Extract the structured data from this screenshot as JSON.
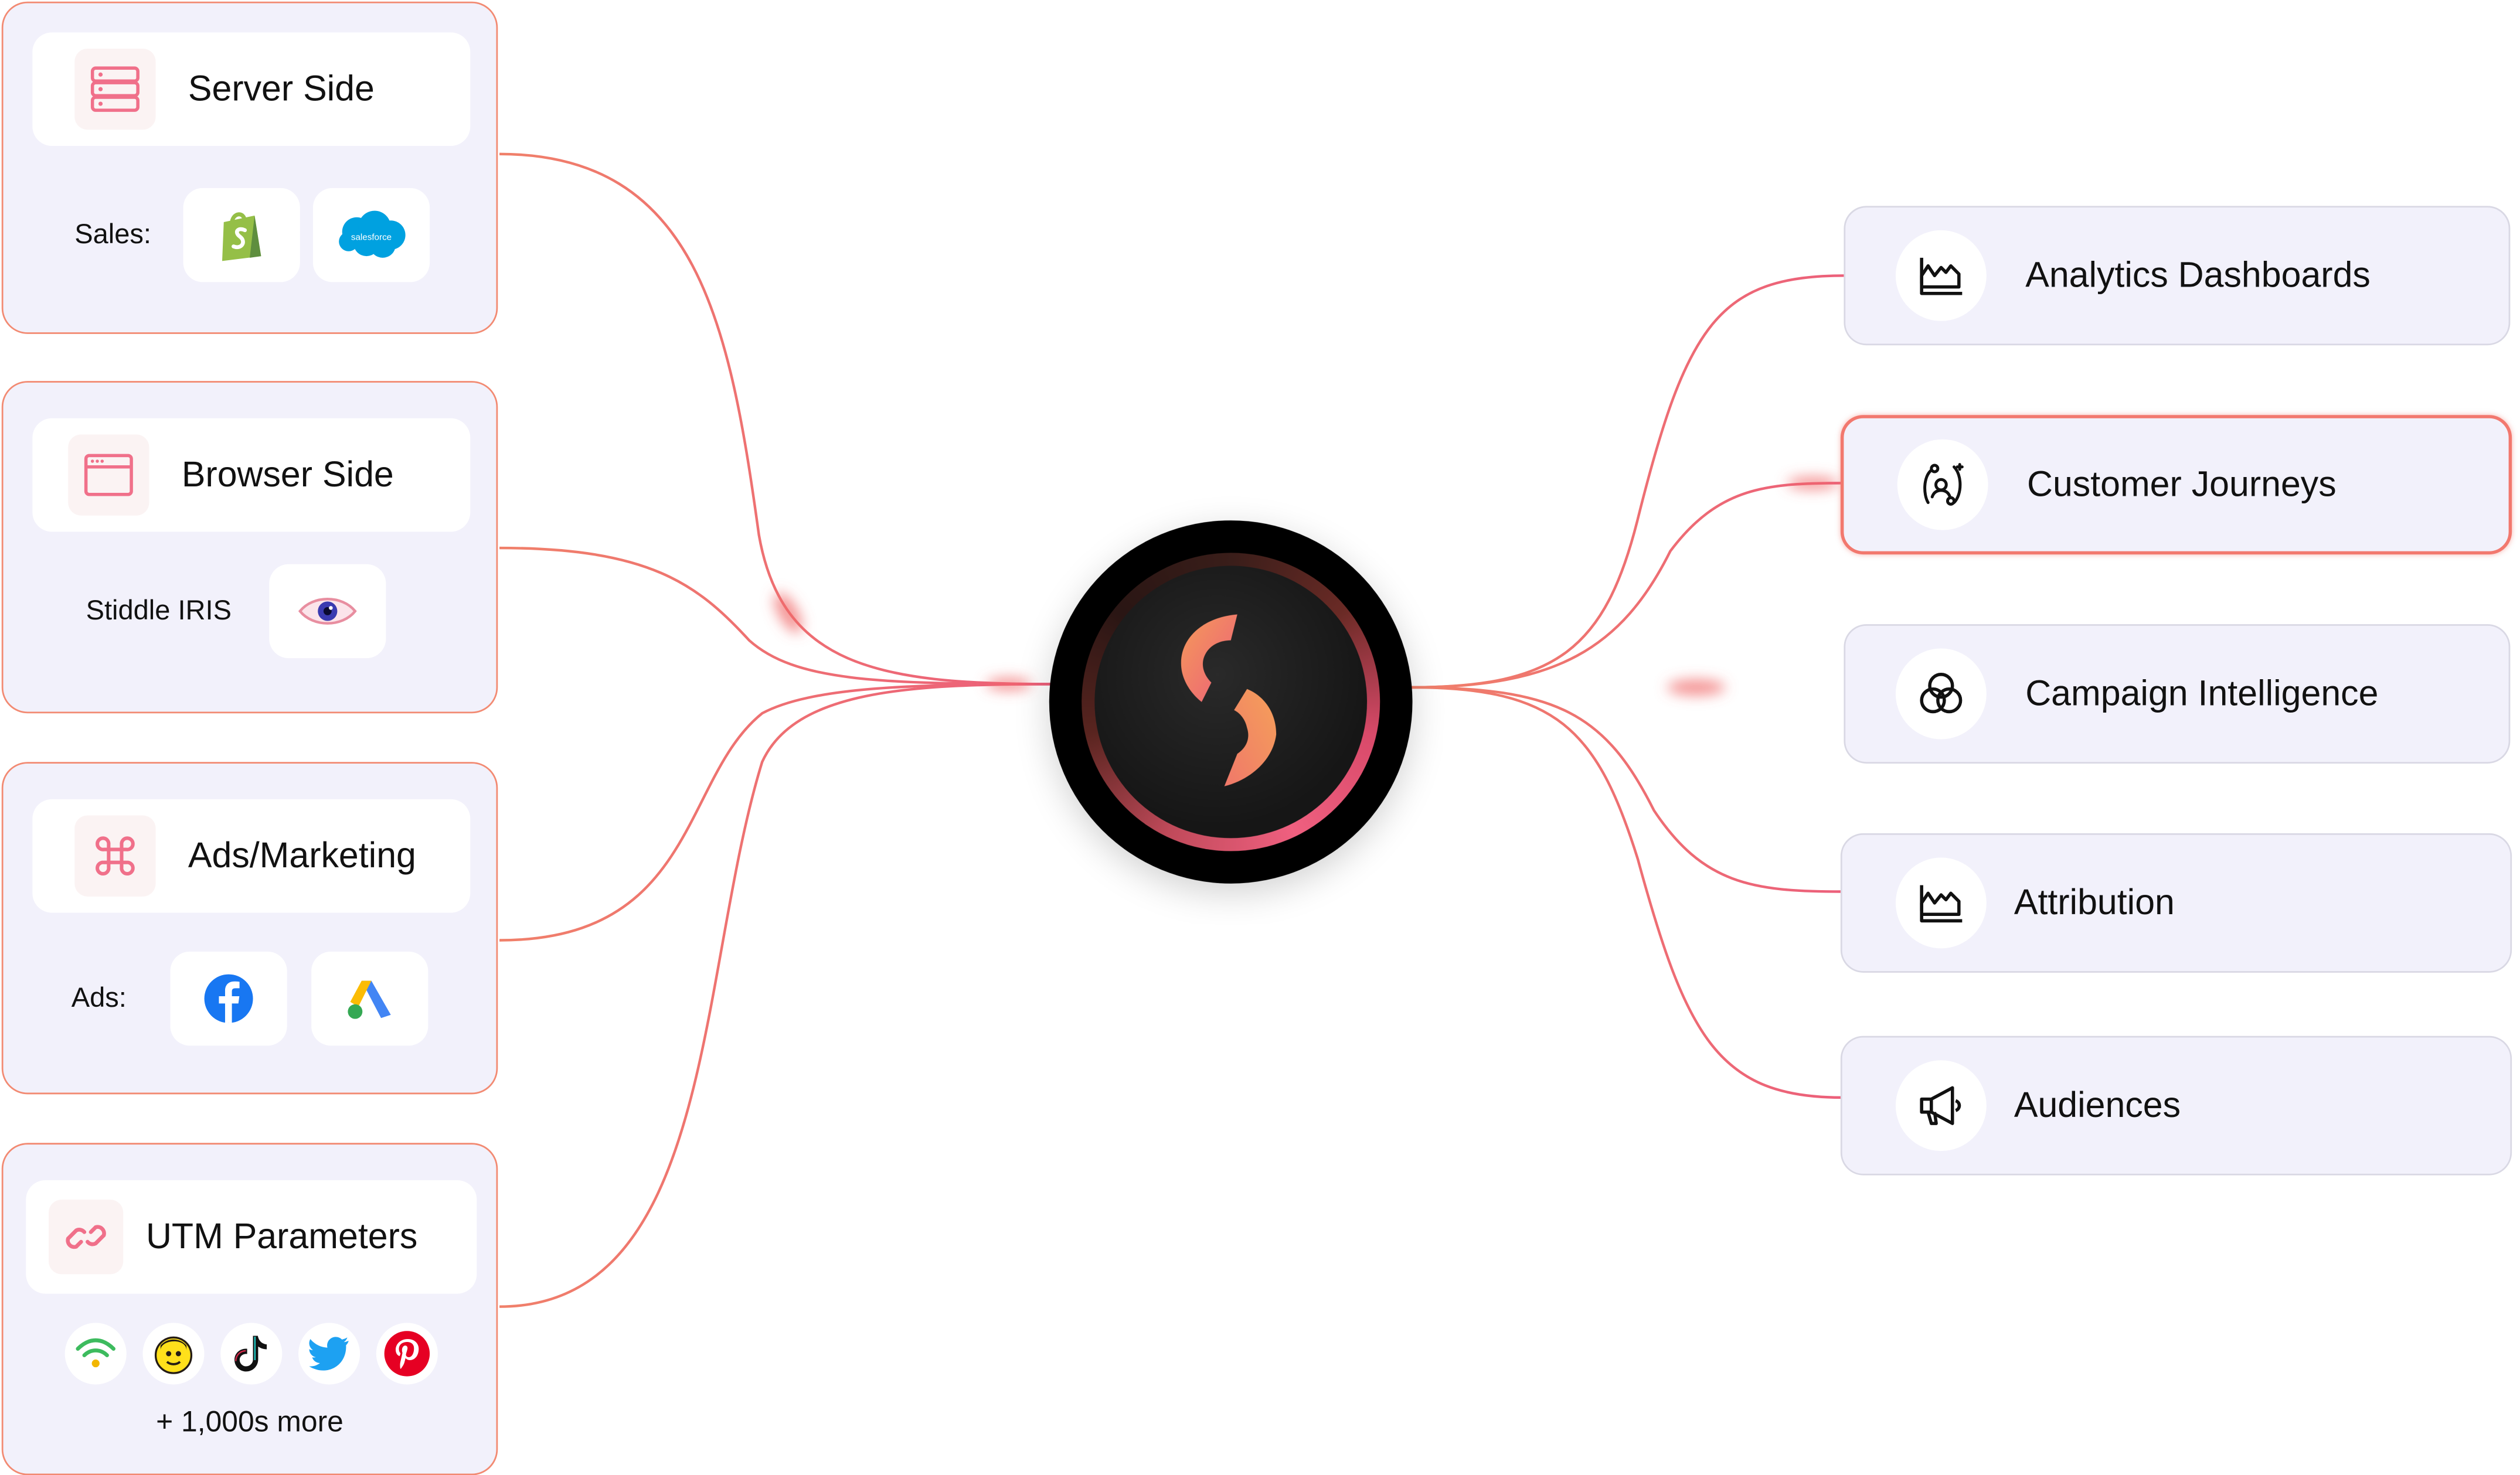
{
  "hub": {
    "logo_name": "Stiddle"
  },
  "sources": [
    {
      "title": "Server Side",
      "icon": "server-icon",
      "row_label": "Sales:",
      "logos": [
        "shopify-icon",
        "salesforce-icon"
      ],
      "salesforce_text": "salesforce"
    },
    {
      "title": "Browser Side",
      "icon": "browser-window-icon",
      "row_label": "Stiddle IRIS",
      "logos": [
        "eye-icon"
      ]
    },
    {
      "title": "Ads/Marketing",
      "icon": "command-icon",
      "row_label": "Ads:",
      "logos": [
        "facebook-icon",
        "google-ads-icon"
      ]
    },
    {
      "title": "UTM Parameters",
      "icon": "link-icon",
      "logos": [
        "wifi-icon",
        "mailchimp-icon",
        "tiktok-icon",
        "twitter-icon",
        "pinterest-icon"
      ],
      "more_text": "+ 1,000s more"
    }
  ],
  "destinations": [
    {
      "label": "Analytics Dashboards",
      "icon": "chart-icon"
    },
    {
      "label": "Customer Journeys",
      "icon": "journey-icon",
      "active": true
    },
    {
      "label": "Campaign Intelligence",
      "icon": "venn-icon"
    },
    {
      "label": "Attribution",
      "icon": "chart-icon"
    },
    {
      "label": "Audiences",
      "icon": "megaphone-icon"
    }
  ],
  "colors": {
    "accent": "#f28a72",
    "wire_a": "#f0806a",
    "wire_b": "#ec5f7a",
    "card_bg": "#f2f1fb"
  }
}
